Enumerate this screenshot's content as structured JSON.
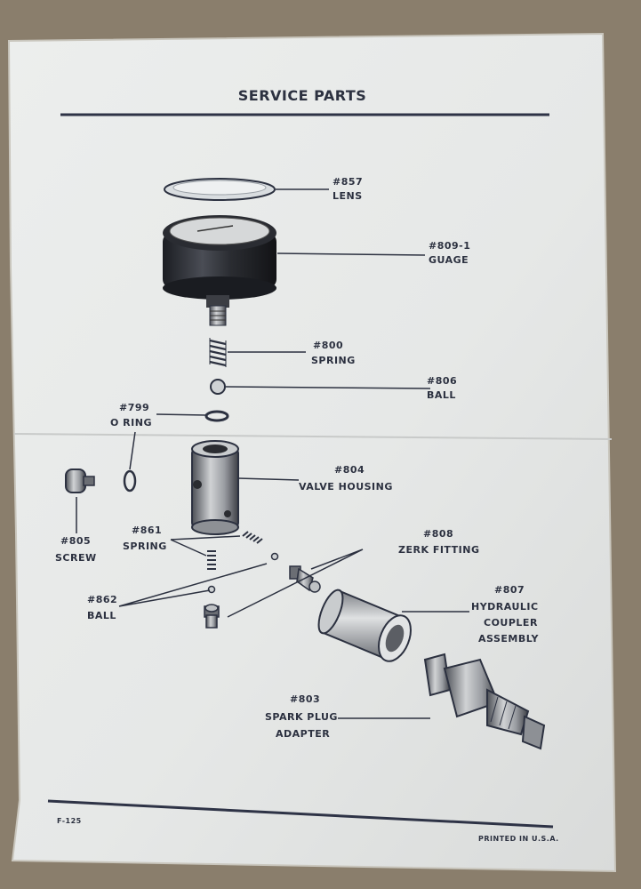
{
  "sheet": {
    "title": "SERVICE PARTS",
    "form_number": "F-125",
    "printed_note": "PRINTED IN U.S.A."
  },
  "parts": [
    {
      "key": "lens",
      "number": "#857",
      "lines": [
        "LENS"
      ]
    },
    {
      "key": "guage",
      "number": "#809-1",
      "lines": [
        "GUAGE"
      ]
    },
    {
      "key": "spring800",
      "number": "#800",
      "lines": [
        "SPRING"
      ]
    },
    {
      "key": "ball806",
      "number": "#806",
      "lines": [
        "BALL"
      ]
    },
    {
      "key": "oring",
      "number": "#799",
      "lines": [
        "O RING"
      ]
    },
    {
      "key": "housing",
      "number": "#804",
      "lines": [
        "VALVE HOUSING"
      ]
    },
    {
      "key": "screw",
      "number": "#805",
      "lines": [
        "SCREW"
      ]
    },
    {
      "key": "spring861",
      "number": "#861",
      "lines": [
        "SPRING"
      ]
    },
    {
      "key": "zerk",
      "number": "#808",
      "lines": [
        "ZERK FITTING"
      ]
    },
    {
      "key": "ball862",
      "number": "#862",
      "lines": [
        "BALL"
      ]
    },
    {
      "key": "coupler",
      "number": "#807",
      "lines": [
        "HYDRAULIC",
        "COUPLER",
        "ASSEMBLY"
      ]
    },
    {
      "key": "adapter",
      "number": "#803",
      "lines": [
        "SPARK PLUG",
        "ADAPTER"
      ]
    }
  ],
  "colors": {
    "background": "#8a7e6c",
    "paper": "#e9ebe9",
    "ink": "#2c3140"
  }
}
